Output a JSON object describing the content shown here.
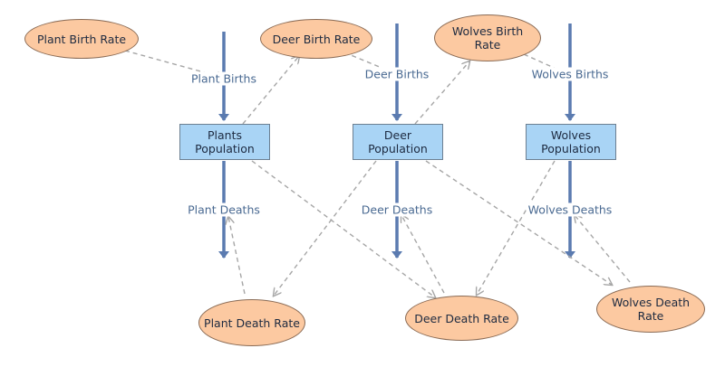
{
  "stocks": [
    {
      "id": "plants",
      "line1": "Plants",
      "line2": "Population"
    },
    {
      "id": "deer",
      "line1": "Deer",
      "line2": "Population"
    },
    {
      "id": "wolves",
      "line1": "Wolves",
      "line2": "Population"
    }
  ],
  "flows": {
    "plant_births": "Plant Births",
    "deer_births": "Deer Births",
    "wolves_births": "Wolves Births",
    "plant_deaths": "Plant Deaths",
    "deer_deaths": "Deer Deaths",
    "wolves_deaths": "Wolves Deaths"
  },
  "variables": {
    "plant_birth_rate": {
      "line1": "Plant Birth Rate",
      "line2": ""
    },
    "deer_birth_rate": {
      "line1": "Deer Birth Rate",
      "line2": ""
    },
    "wolves_birth_rate": {
      "line1": "Wolves Birth",
      "line2": "Rate"
    },
    "plant_death_rate": {
      "line1": "Plant Death Rate",
      "line2": ""
    },
    "deer_death_rate": {
      "line1": "Deer Death Rate",
      "line2": ""
    },
    "wolves_death_rate": {
      "line1": "Wolves Death",
      "line2": "Rate"
    }
  },
  "colors": {
    "stock_fill": "#a9d4f5",
    "variable_fill": "#fcc9a1",
    "flow_arrow": "#5b7bb0",
    "link_arrow": "#a6a6a6",
    "label_text": "#4a6a92"
  }
}
